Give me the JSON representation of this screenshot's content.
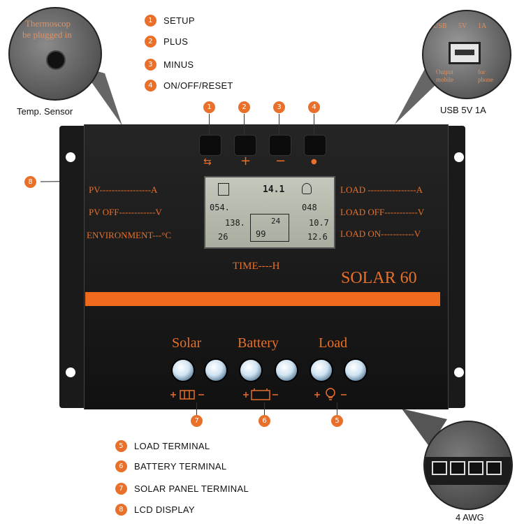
{
  "legend_top": [
    {
      "num": "1",
      "label": "SETUP"
    },
    {
      "num": "2",
      "label": "PLUS"
    },
    {
      "num": "3",
      "label": "MINUS"
    },
    {
      "num": "4",
      "label": "ON/OFF/RESET"
    }
  ],
  "legend_bottom": [
    {
      "num": "5",
      "label": "LOAD  TERMINAL"
    },
    {
      "num": "6",
      "label": "BATTERY  TERMINAL"
    },
    {
      "num": "7",
      "label": "SOLAR  PANEL  TERMINAL"
    },
    {
      "num": "8",
      "label": "LCD  DISPLAY"
    }
  ],
  "sensor_callout": {
    "line1": "Thermoscop",
    "line2": "be plugged in",
    "caption": "Temp.  Sensor"
  },
  "usb_callout": {
    "top_labels": [
      "USB",
      "5V",
      "1A"
    ],
    "bottom_left": "Output\nmobile",
    "bottom_right": "for\nphone",
    "caption": "USB  5V  1A"
  },
  "awg_callout": {
    "caption": "4  AWG"
  },
  "button_numbers": [
    "1",
    "2",
    "3",
    "4"
  ],
  "button_symbols": [
    "⇆",
    "+",
    "−",
    "●"
  ],
  "lcd_marker": "8",
  "left_labels": [
    "PV-----------------A",
    "PV  OFF------------V",
    "ENVIRONMENT---°C"
  ],
  "right_labels": [
    "LOAD ----------------A",
    "LOAD OFF-----------V",
    "LOAD ON-----------V"
  ],
  "lcd": {
    "top_center": "14.1",
    "left_row1": "054.",
    "left_row2": "138.",
    "left_row3": "26",
    "center_row1": "24",
    "center_row2": "99",
    "right_row1": "048",
    "right_row2": "10.7",
    "right_row3": "12.6"
  },
  "time_label": "TIME----H",
  "model": "SOLAR 60",
  "terminal_groups": [
    "Solar",
    "Battery",
    "Load"
  ],
  "terminal_numbers": [
    "7",
    "6",
    "5"
  ],
  "colors": {
    "accent": "#e8702a",
    "stripe": "#f06a1e",
    "panel": "#1c1c1c"
  }
}
